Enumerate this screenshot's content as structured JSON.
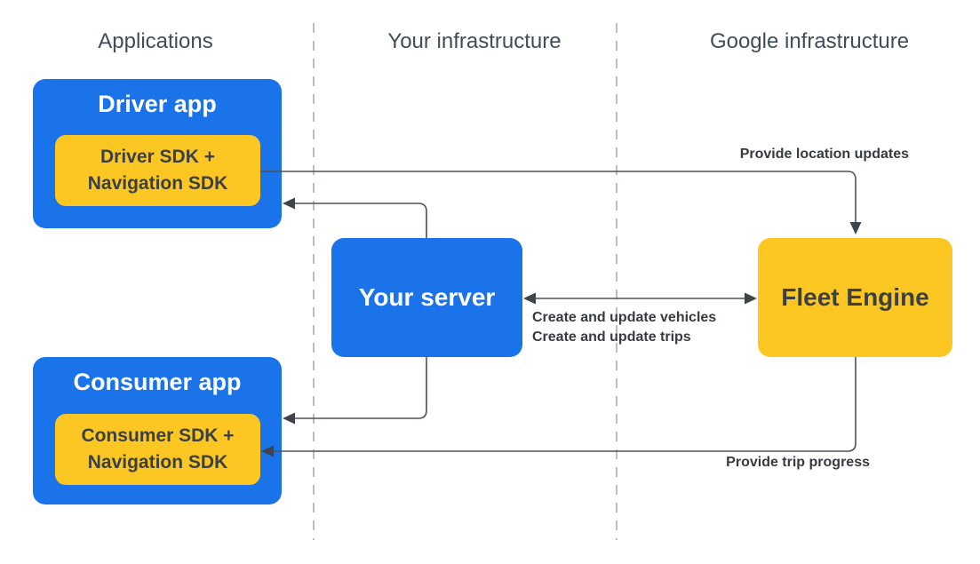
{
  "headers": {
    "applications": "Applications",
    "your_infrastructure": "Your infrastructure",
    "google_infrastructure": "Google infrastructure"
  },
  "nodes": {
    "driver_app": {
      "label": "Driver app",
      "sdk_line1": "Driver SDK +",
      "sdk_line2": "Navigation SDK"
    },
    "consumer_app": {
      "label": "Consumer app",
      "sdk_line1": "Consumer SDK +",
      "sdk_line2": "Navigation SDK"
    },
    "your_server": {
      "label": "Your server"
    },
    "fleet_engine": {
      "label": "Fleet Engine"
    }
  },
  "edge_labels": {
    "provide_location_updates": "Provide location updates",
    "create_update_vehicles": "Create and update vehicles",
    "create_update_trips": "Create and update trips",
    "provide_trip_progress": "Provide trip progress"
  },
  "colors": {
    "node_blue": "#1a73e8",
    "node_yellow": "#fcc723",
    "dark_text": "#3b4045",
    "header_text": "#414c5b",
    "edge_label_text": "#363b41",
    "wire": "#4d5259",
    "arrowhead": "#3f444a",
    "lane_divider": "#a8adb2"
  }
}
